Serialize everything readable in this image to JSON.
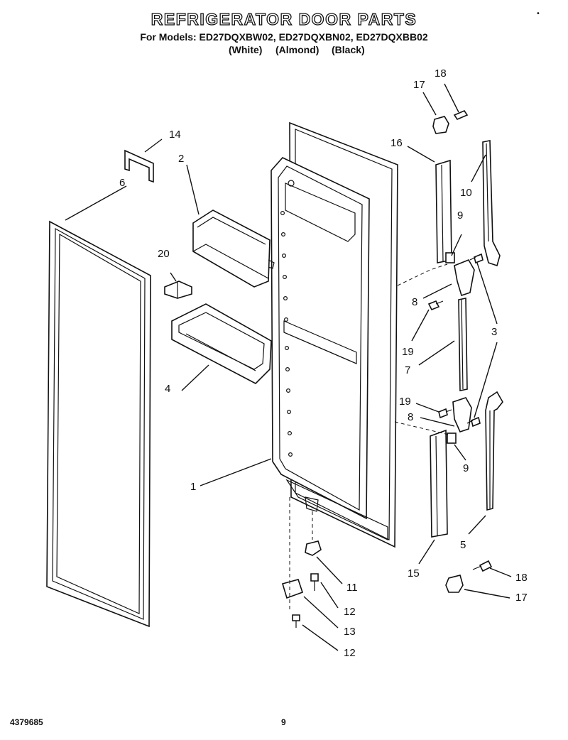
{
  "header": {
    "title": "REFRIGERATOR DOOR PARTS",
    "models_line": "For Models: ED27DQXBW02, ED27DQXBN02, ED27DQXBB02",
    "colors": [
      "(White)",
      "(Almond)",
      "(Black)"
    ]
  },
  "footer": {
    "doc_number": "4379685",
    "page_number": "9"
  },
  "corner_mark": "•",
  "diagram": {
    "callouts": [
      {
        "id": "c1",
        "label": "1"
      },
      {
        "id": "c2",
        "label": "2"
      },
      {
        "id": "c3",
        "label": "3"
      },
      {
        "id": "c4",
        "label": "4"
      },
      {
        "id": "c5",
        "label": "5"
      },
      {
        "id": "c6",
        "label": "6"
      },
      {
        "id": "c7",
        "label": "7"
      },
      {
        "id": "c8a",
        "label": "8"
      },
      {
        "id": "c8b",
        "label": "8"
      },
      {
        "id": "c9a",
        "label": "9"
      },
      {
        "id": "c9b",
        "label": "9"
      },
      {
        "id": "c10",
        "label": "10"
      },
      {
        "id": "c11",
        "label": "11"
      },
      {
        "id": "c12a",
        "label": "12"
      },
      {
        "id": "c12b",
        "label": "12"
      },
      {
        "id": "c13",
        "label": "13"
      },
      {
        "id": "c14",
        "label": "14"
      },
      {
        "id": "c15",
        "label": "15"
      },
      {
        "id": "c16",
        "label": "16"
      },
      {
        "id": "c17a",
        "label": "17"
      },
      {
        "id": "c17b",
        "label": "17"
      },
      {
        "id": "c18a",
        "label": "18"
      },
      {
        "id": "c18b",
        "label": "18"
      },
      {
        "id": "c19a",
        "label": "19"
      },
      {
        "id": "c19b",
        "label": "19"
      },
      {
        "id": "c20",
        "label": "20"
      }
    ]
  }
}
